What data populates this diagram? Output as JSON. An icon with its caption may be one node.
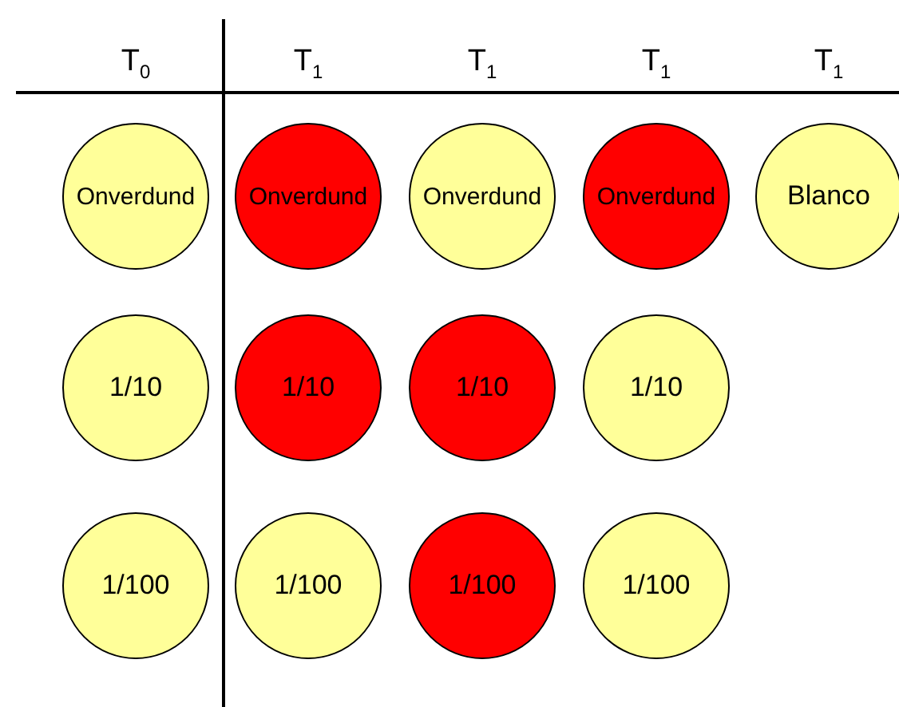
{
  "diagram": {
    "nodes": [
      {
        "text": [
          "Onverdund"
        ]
      },
      {
        "text": [
          "Onverdund"
        ]
      },
      {
        "text": [
          "Onverdund"
        ]
      },
      {
        "text": [
          "Onverdund"
        ]
      },
      {
        "text": [
          "Blanco"
        ]
      },
      {
        "text": [
          "1/10"
        ]
      },
      {
        "text": [
          "1/10"
        ]
      },
      {
        "text": [
          "1/10"
        ]
      },
      {
        "text": [
          "1/10"
        ]
      },
      {
        "text": [
          "1/100"
        ]
      },
      {
        "text": [
          "1/100"
        ]
      },
      {
        "text": [
          "1/100"
        ]
      },
      {
        "text": [
          "1/100"
        ]
      }
    ],
    "labels": [
      "T$_{0}$",
      "T$_{1}$",
      "T$_{1}$",
      "T$_{1}$",
      "T$_{1}$"
    ]
  }
}
